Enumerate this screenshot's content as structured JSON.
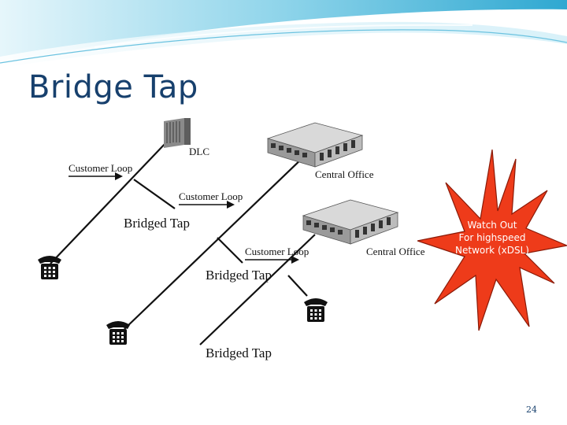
{
  "slide": {
    "title": "Bridge Tap",
    "page_number": "24"
  },
  "diagram": {
    "nodes": {
      "dlc": "DLC",
      "central_office_1": "Central Office",
      "central_office_2": "Central Office"
    },
    "links": {
      "customer_loop_1": "Customer Loop",
      "customer_loop_2": "Customer Loop",
      "customer_loop_3": "Customer Loop"
    },
    "taps": {
      "bridged_tap_1": "Bridged Tap",
      "bridged_tap_2": "Bridged Tap",
      "bridged_tap_3": "Bridged Tap"
    }
  },
  "callout": {
    "lines": [
      "Watch Out",
      "For highspeed",
      "Network (xDSL)"
    ],
    "fill_color": "#ee3b1a"
  }
}
